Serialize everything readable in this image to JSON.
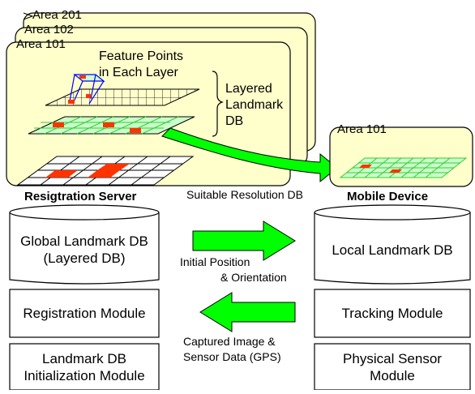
{
  "areas": {
    "area_201": "Area 201",
    "area_102": "Area 102",
    "area_101": "Area 101",
    "device_area": "Area 101"
  },
  "feature_points": {
    "line1": "Feature Points",
    "line2": "in Each Layer"
  },
  "layered_db": {
    "line1": "Layered",
    "line2": "Landmark",
    "line3": "DB"
  },
  "labels": {
    "server_title": "Resigtration Server",
    "device_title": "Mobile Device",
    "suitable_db": "Suitable Resolution DB"
  },
  "server": {
    "global_db_line1": "Global Landmark DB",
    "global_db_line2": "(Layered DB)",
    "registration_module": "Registration Module",
    "init_module_line1": "Landmark DB",
    "init_module_line2": "Initialization Module"
  },
  "device": {
    "local_db": "Local Landmark DB",
    "tracking_module": "Tracking Module",
    "sensor_line1": "Physical Sensor",
    "sensor_line2": "Module"
  },
  "arrows": {
    "to_device_line1": "Initial Position",
    "to_device_line2": "& Orientation",
    "to_server_line1": "Captured Image &",
    "to_server_line2": "Sensor Data (GPS)"
  },
  "colors": {
    "panel_fill": "#ffffcc",
    "arrow_green": "#00ff00",
    "grid_green": "#ccffcc",
    "grid_line_green": "#33cc33",
    "feature_red": "#ff3300"
  }
}
